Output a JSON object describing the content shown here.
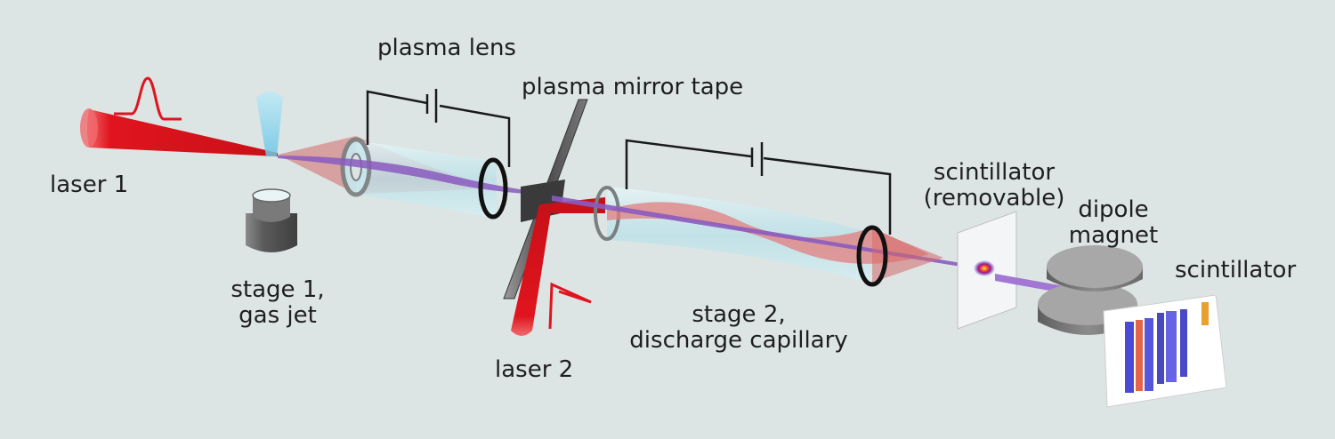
{
  "labels": {
    "laser1": "laser 1",
    "plasma_lens": "plasma lens",
    "plasma_mirror_tape": "plasma mirror tape",
    "stage1_line1": "stage 1,",
    "stage1_line2": "gas jet",
    "laser2": "laser 2",
    "stage2_line1": "stage 2,",
    "stage2_line2": "discharge capillary",
    "scint_removable_line1": "scintillator",
    "scint_removable_line2": "(removable)",
    "dipole_line1": "dipole",
    "dipole_line2": "magnet",
    "scintillator": "scintillator"
  },
  "colors": {
    "background": "#dde5e4",
    "laser": "#e0141e",
    "electron_beam": "#8a5bc0",
    "capillary": "#bfe3ea",
    "gas_jet": "#7fd0ea",
    "hardware": "#6f6f6f"
  }
}
